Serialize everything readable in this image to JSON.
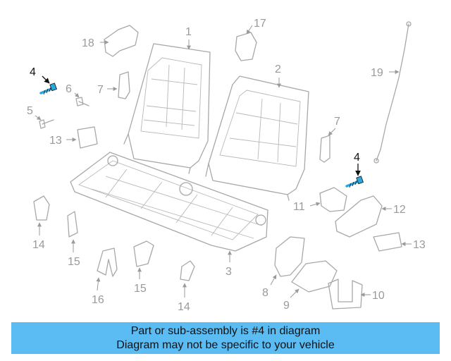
{
  "diagram": {
    "callouts": {
      "c1": "1",
      "c2": "2",
      "c3": "3",
      "c4a": "4",
      "c4b": "4",
      "c5": "5",
      "c6": "6",
      "c7a": "7",
      "c7b": "7",
      "c8": "8",
      "c9": "9",
      "c10": "10",
      "c11": "11",
      "c12": "12",
      "c13a": "13",
      "c13b": "13",
      "c14a": "14",
      "c14b": "14",
      "c15a": "15",
      "c15b": "15",
      "c16": "16",
      "c17": "17",
      "c18": "18",
      "c19": "19"
    },
    "highlight_color": "#2aa7dc"
  },
  "banner": {
    "line1": "Part or sub-assembly is #4 in diagram",
    "line2": "Diagram may not be specific to your vehicle",
    "color": "#5bbcf4"
  }
}
